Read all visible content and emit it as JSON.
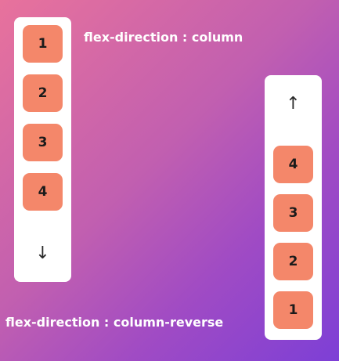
{
  "column_demo": {
    "caption": "flex-direction : column",
    "items": [
      "1",
      "2",
      "3",
      "4"
    ],
    "arrow": "↓"
  },
  "column_reverse_demo": {
    "caption": "flex-direction : column-reverse",
    "items": [
      "4",
      "3",
      "2",
      "1"
    ],
    "arrow": "↑"
  },
  "colors": {
    "box": "#f4876a",
    "panel": "#ffffff",
    "caption": "#ffffff",
    "gradient_start": "#e8729c",
    "gradient_end": "#7d3fd6"
  }
}
